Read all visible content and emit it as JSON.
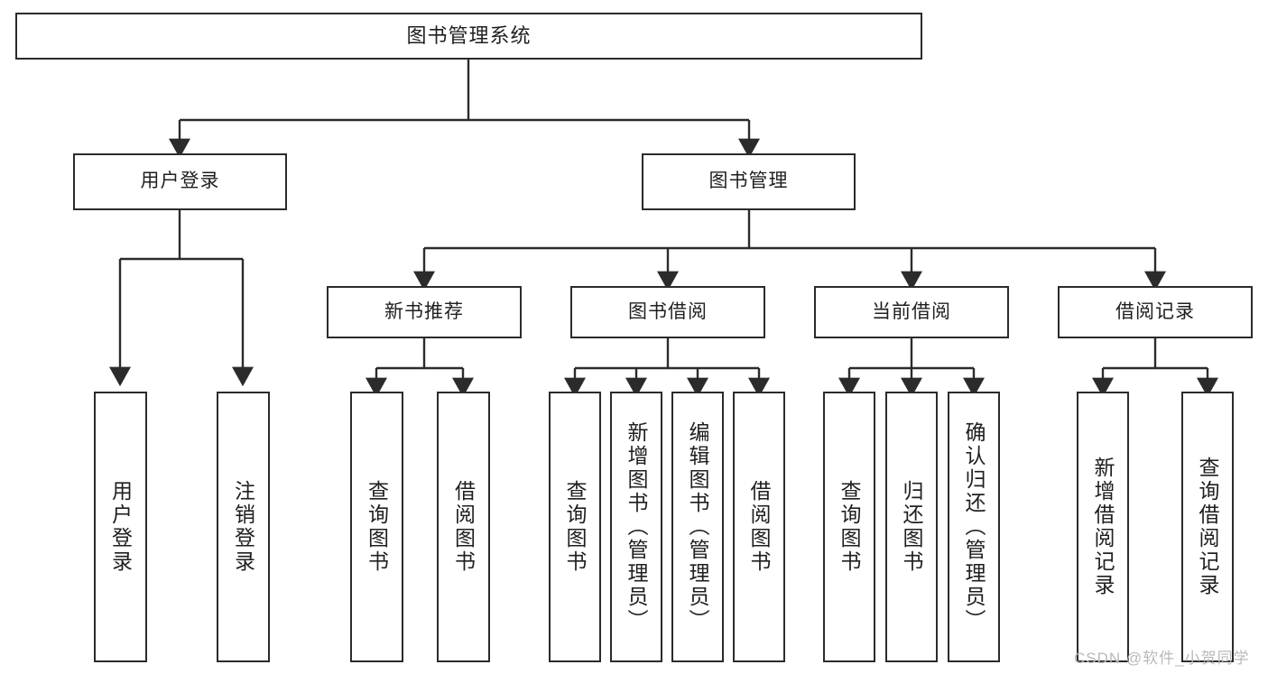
{
  "diagram": {
    "type": "tree-hierarchy-chart",
    "title": "图书管理系统",
    "colors": {
      "stroke": "#2b2b2b",
      "fill": "#ffffff",
      "text": "#1f1f1f",
      "watermark": "#b9b9b9",
      "background": "#ffffff"
    },
    "root": {
      "label": "图书管理系统"
    },
    "level2": [
      {
        "label": "用户登录"
      },
      {
        "label": "图书管理"
      }
    ],
    "level3": [
      {
        "label": "新书推荐"
      },
      {
        "label": "图书借阅"
      },
      {
        "label": "当前借阅"
      },
      {
        "label": "借阅记录"
      }
    ],
    "leaves": {
      "user_login": [
        {
          "label": "用户登录"
        },
        {
          "label": "注销登录"
        }
      ],
      "new_book_recommend": [
        {
          "label": "查询图书"
        },
        {
          "label": "借阅图书"
        }
      ],
      "book_borrow": [
        {
          "label": "查询图书"
        },
        {
          "label": "新增图书（管理员）"
        },
        {
          "label": "编辑图书（管理员）"
        },
        {
          "label": "借阅图书"
        }
      ],
      "current_borrow": [
        {
          "label": "查询图书"
        },
        {
          "label": "归还图书"
        },
        {
          "label": "确认归还（管理员）"
        }
      ],
      "borrow_record": [
        {
          "label": "新增借阅记录"
        },
        {
          "label": "查询借阅记录"
        }
      ]
    },
    "watermark": "CSDN @软件_小贺同学"
  }
}
